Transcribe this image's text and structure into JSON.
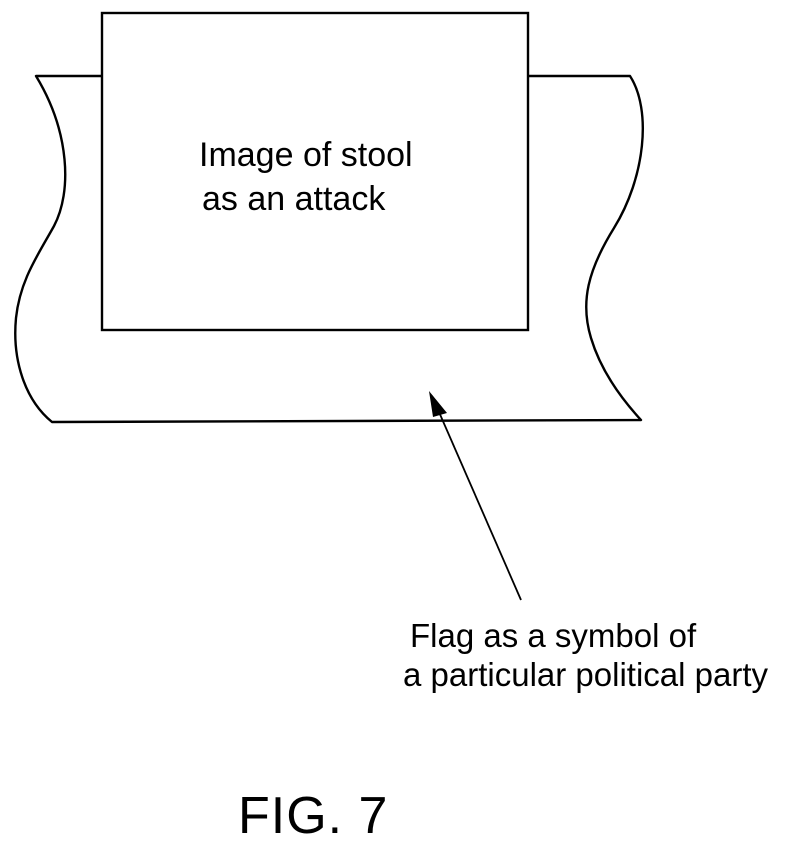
{
  "figure": {
    "label": "FIG. 7"
  },
  "box": {
    "line1": "Image of stool",
    "line2": "as an attack"
  },
  "callout": {
    "line1": "Flag as a symbol of",
    "line2": "a particular political party"
  }
}
